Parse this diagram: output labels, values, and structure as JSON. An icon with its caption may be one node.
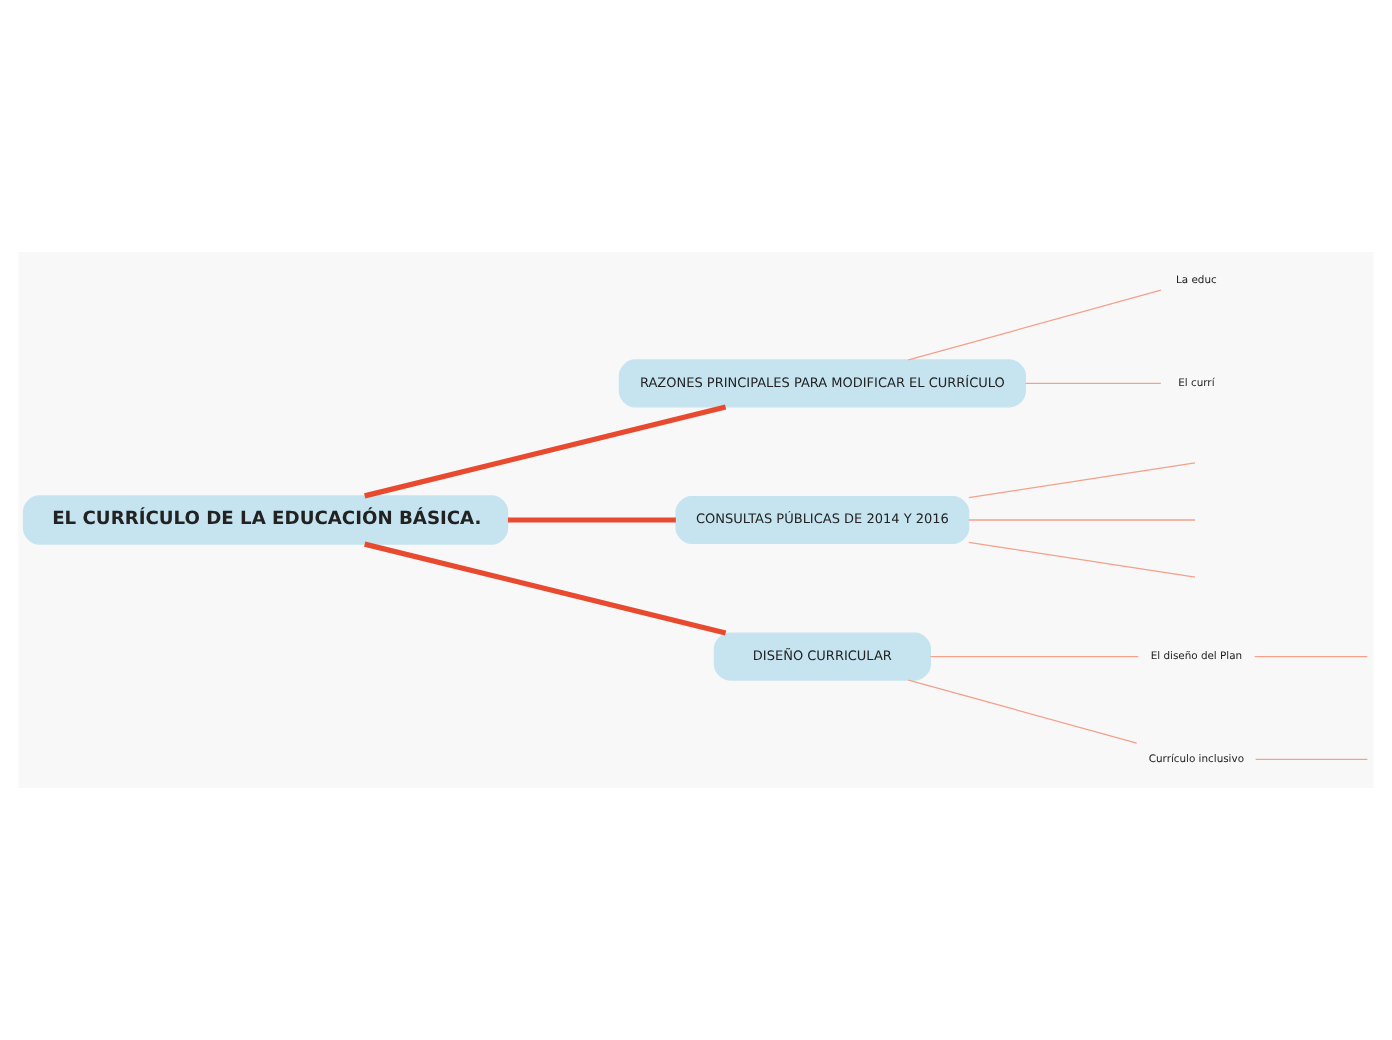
{
  "diagram": {
    "nodes": [
      {
        "text": [
          "EL CURRÍCULO DE LA EDUCACIÓN BÁSICA."
        ]
      },
      {
        "text": [
          "RAZONES PRINCIPALES PARA MODIFICAR EL CURRÍCULO"
        ]
      },
      {
        "text": [
          "La educ"
        ]
      },
      {
        "text": [
          "El currí"
        ]
      },
      {
        "text": [
          "CONSULTAS PÚBLICAS DE 2014 Y 2016"
        ]
      },
      {
        "text": [
          "DISEÑO CURRICULAR"
        ]
      },
      {
        "text": [
          "El diseño del Plan"
        ]
      },
      {
        "text": [
          "Currículo inclusivo"
        ]
      }
    ],
    "edges": [
      {
        "from": 0,
        "to": 1,
        "arrow": "none",
        "style": "thick",
        "color": "#e84a2f"
      },
      {
        "from": 1,
        "to": 2,
        "arrow": "none"
      },
      {
        "from": 1,
        "to": 3,
        "arrow": "none"
      },
      {
        "from": 0,
        "to": 4,
        "arrow": "none",
        "style": "thick",
        "color": "#e84a2f"
      },
      {
        "from": 4,
        "to": null,
        "arrow": "none"
      },
      {
        "from": 4,
        "to": null,
        "arrow": "none"
      },
      {
        "from": 4,
        "to": null,
        "arrow": "none"
      },
      {
        "from": 0,
        "to": 5,
        "arrow": "none",
        "style": "thick",
        "color": "#e84a2f"
      },
      {
        "from": 5,
        "to": 6,
        "arrow": "none"
      },
      {
        "from": 5,
        "to": 7,
        "arrow": "none"
      },
      {
        "from": 6,
        "to": null,
        "arrow": "none"
      },
      {
        "from": 7,
        "to": null,
        "arrow": "none"
      }
    ]
  }
}
